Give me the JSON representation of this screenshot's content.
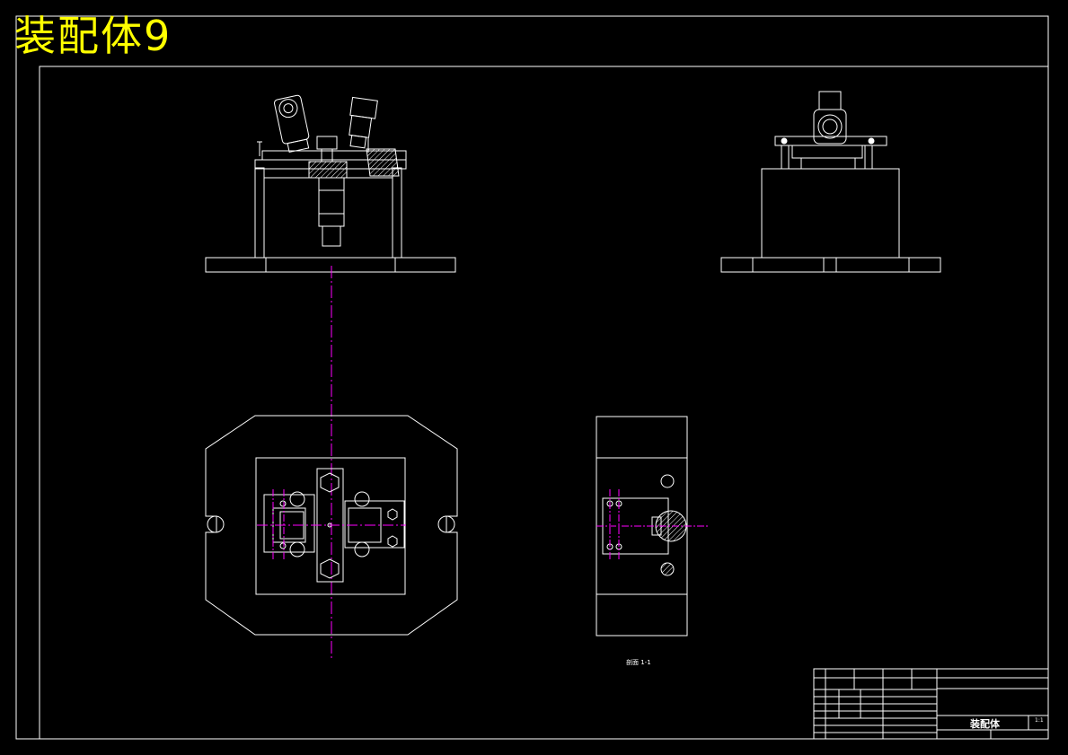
{
  "drawing": {
    "title": "装配体9",
    "section_label": "剖面 1-1",
    "title_block": {
      "part_name": "装配体",
      "scale_mark": "1:1"
    },
    "colors": {
      "background": "#000000",
      "line": "#ffffff",
      "title_text": "#ffff00",
      "centerline": "#ff00ff",
      "hatch": "#ffffff"
    }
  }
}
